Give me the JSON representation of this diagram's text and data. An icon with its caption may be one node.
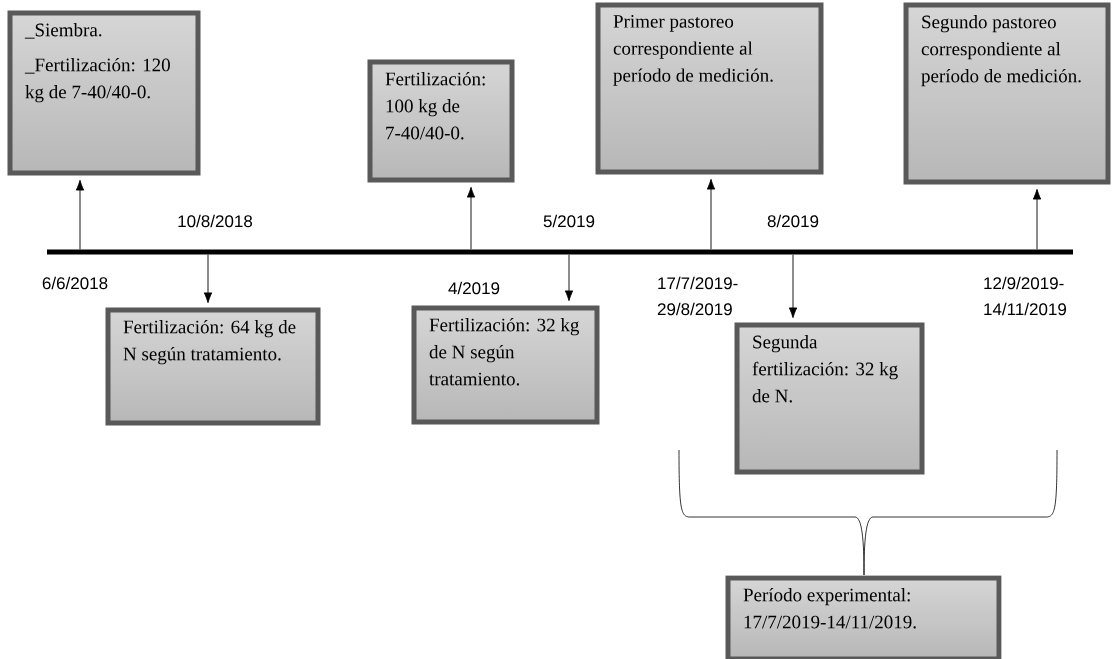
{
  "diagram": {
    "nodes": [
      {
        "text": [
          "_Siembra.",
          "_Fertilización: 120 kg de 7-40/40-0."
        ]
      },
      {
        "text": [
          "Fertilización: 64 kg de N según tratamiento."
        ]
      },
      {
        "text": [
          "Fertilización: 100 kg de 7-40/40-0."
        ]
      },
      {
        "text": [
          "Fertilización: 32 kg de N según tratamiento."
        ]
      },
      {
        "text": [
          "Primer pastoreo correspondiente al período de medición."
        ]
      },
      {
        "text": [
          "Segunda fertilización: 32 kg de N."
        ]
      },
      {
        "text": [
          "Segundo pastoreo correspondiente al período de medición."
        ]
      },
      {
        "text": [],
        "shape": "bar"
      },
      {
        "text": [
          "Período experimental: 17/7/2019-14/11/2019."
        ]
      }
    ],
    "edges": [
      {
        "from": 7,
        "to": 0,
        "arrow": "to"
      },
      {
        "from": 7,
        "to": 1,
        "arrow": "to"
      },
      {
        "from": 7,
        "to": 2,
        "arrow": "to"
      },
      {
        "from": 7,
        "to": 3,
        "arrow": "to"
      },
      {
        "from": 7,
        "to": 4,
        "arrow": "to"
      },
      {
        "from": 7,
        "to": 5,
        "arrow": "to"
      },
      {
        "from": 7,
        "to": 6,
        "arrow": "to"
      }
    ],
    "labels": [
      "10/8/2018",
      "5/2019",
      "8/2019",
      "6/6/2018",
      "4/2019",
      "17/7/2019- 29/8/2019",
      "12/9/2019- 14/11/2019"
    ]
  }
}
